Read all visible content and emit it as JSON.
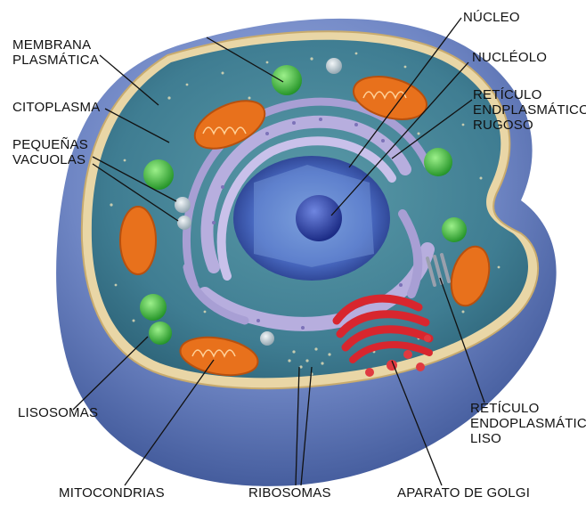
{
  "labels": {
    "membrana": [
      "MEMBRANA",
      "PLASMÁTICA"
    ],
    "citoplasma": "CITOPLASMA",
    "vacuolas": [
      "PEQUEÑAS",
      "VACUOLAS"
    ],
    "lisosomas": "LISOSOMAS",
    "mitocondrias": "MITOCONDRIAS",
    "ribosomas": "RIBOSOMAS",
    "golgi": "APARATO DE GOLGI",
    "nucleo": "NÚCLEO",
    "nucleolo": "NUCLÉOLO",
    "rer": [
      "RETÍCULO",
      "ENDPLASMÁTICO",
      "RUGOSO"
    ],
    "rel": [
      "RETÍCULO",
      "ENDOPLASMÁTICO",
      "LISO"
    ]
  },
  "colors": {
    "outer_membrane": "#6f86c4",
    "cytoplasm": "#3f7d92",
    "nucleus": "#2f49a8",
    "nucleolus": "#1f3595",
    "mitochondria": "#e8711c",
    "lysosome": "#3cc03a",
    "golgi": "#d8262e",
    "er": "#b7aede"
  }
}
